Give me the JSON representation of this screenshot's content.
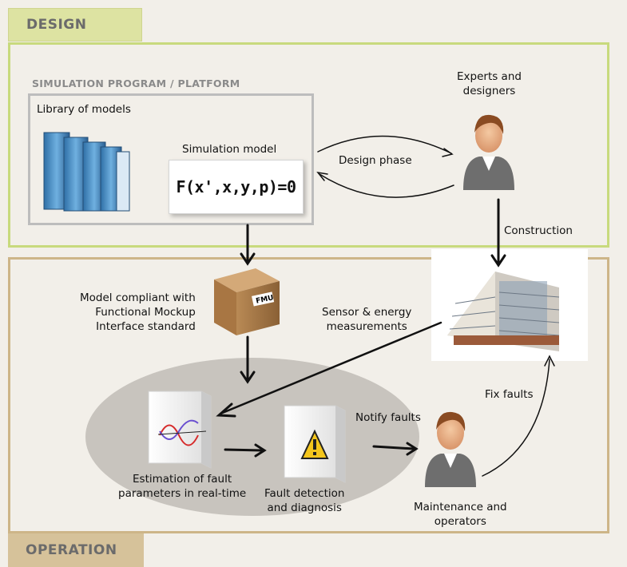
{
  "sections": {
    "design": "DESIGN",
    "operation": "OPERATION"
  },
  "simulation": {
    "platform_title": "SIMULATION PROGRAM / PLATFORM",
    "library_label": "Library of models",
    "model_label": "Simulation model",
    "formula": "F(x',x,y,p)=0"
  },
  "labels": {
    "experts": "Experts and\ndesigners",
    "design_phase": "Design phase",
    "construction": "Construction",
    "fmu_model": "Model compliant with\nFunctional Mockup\nInterface standard",
    "fmu_box_text": "FMU",
    "sensor": "Sensor & energy\nmeasurements",
    "estimation": "Estimation of fault\nparameters in real-time",
    "fault_detection": "Fault detection\nand diagnosis",
    "notify": "Notify faults",
    "fix": "Fix faults",
    "maintenance": "Maintenance and\noperators"
  },
  "colors": {
    "design": "#c8da7d",
    "operation": "#cdb588",
    "ellipse": "#c8c4be"
  },
  "icons": [
    "books-icon",
    "person-icon",
    "fmu-box-icon",
    "building-icon",
    "wave-panel-icon",
    "warning-panel-icon",
    "person-icon"
  ]
}
